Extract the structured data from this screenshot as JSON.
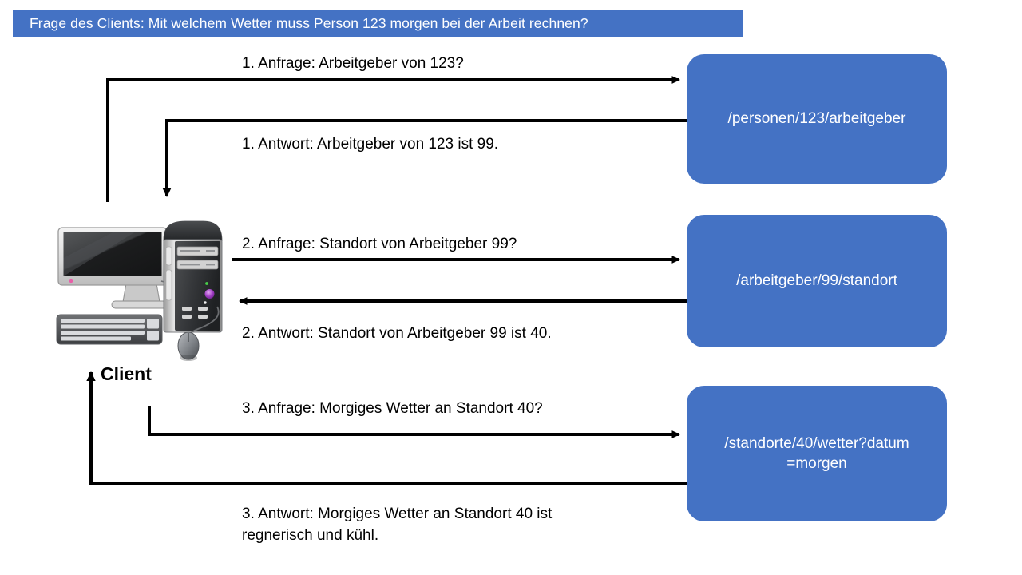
{
  "title": {
    "text": "Frage des Clients: Mit welchem Wetter muss Person 123 morgen bei der Arbeit rechnen?",
    "background_color": "#4472C4",
    "text_color": "#FFFFFF"
  },
  "actor": {
    "label": "Client",
    "icon": "desktop-computer-icon"
  },
  "colors": {
    "box_fill": "#4472C4",
    "box_text": "#FFFFFF",
    "arrow": "#000000",
    "page_background": "#FFFFFF"
  },
  "endpoints": [
    {
      "id": "endpoint-1",
      "label": "/personen/123/arbeitgeber"
    },
    {
      "id": "endpoint-2",
      "label": "/arbeitgeber/99/standort"
    },
    {
      "id": "endpoint-3",
      "label": "/standorte/40/wetter?datum\n=morgen"
    }
  ],
  "messages": [
    {
      "id": "request-1",
      "kind": "request",
      "step": 1,
      "text": "1. Anfrage: Arbeitgeber von 123?"
    },
    {
      "id": "response-1",
      "kind": "response",
      "step": 1,
      "text": "1. Antwort: Arbeitgeber von 123 ist 99."
    },
    {
      "id": "request-2",
      "kind": "request",
      "step": 2,
      "text": "2. Anfrage: Standort von Arbeitgeber 99?"
    },
    {
      "id": "response-2",
      "kind": "response",
      "step": 2,
      "text": "2. Antwort: Standort von Arbeitgeber 99 ist 40."
    },
    {
      "id": "request-3",
      "kind": "request",
      "step": 3,
      "text": "3. Anfrage: Morgiges Wetter an Standort 40?"
    },
    {
      "id": "response-3",
      "kind": "response",
      "step": 3,
      "text": "3. Antwort: Morgiges Wetter an Standort 40 ist\nregnerisch und kühl."
    }
  ]
}
